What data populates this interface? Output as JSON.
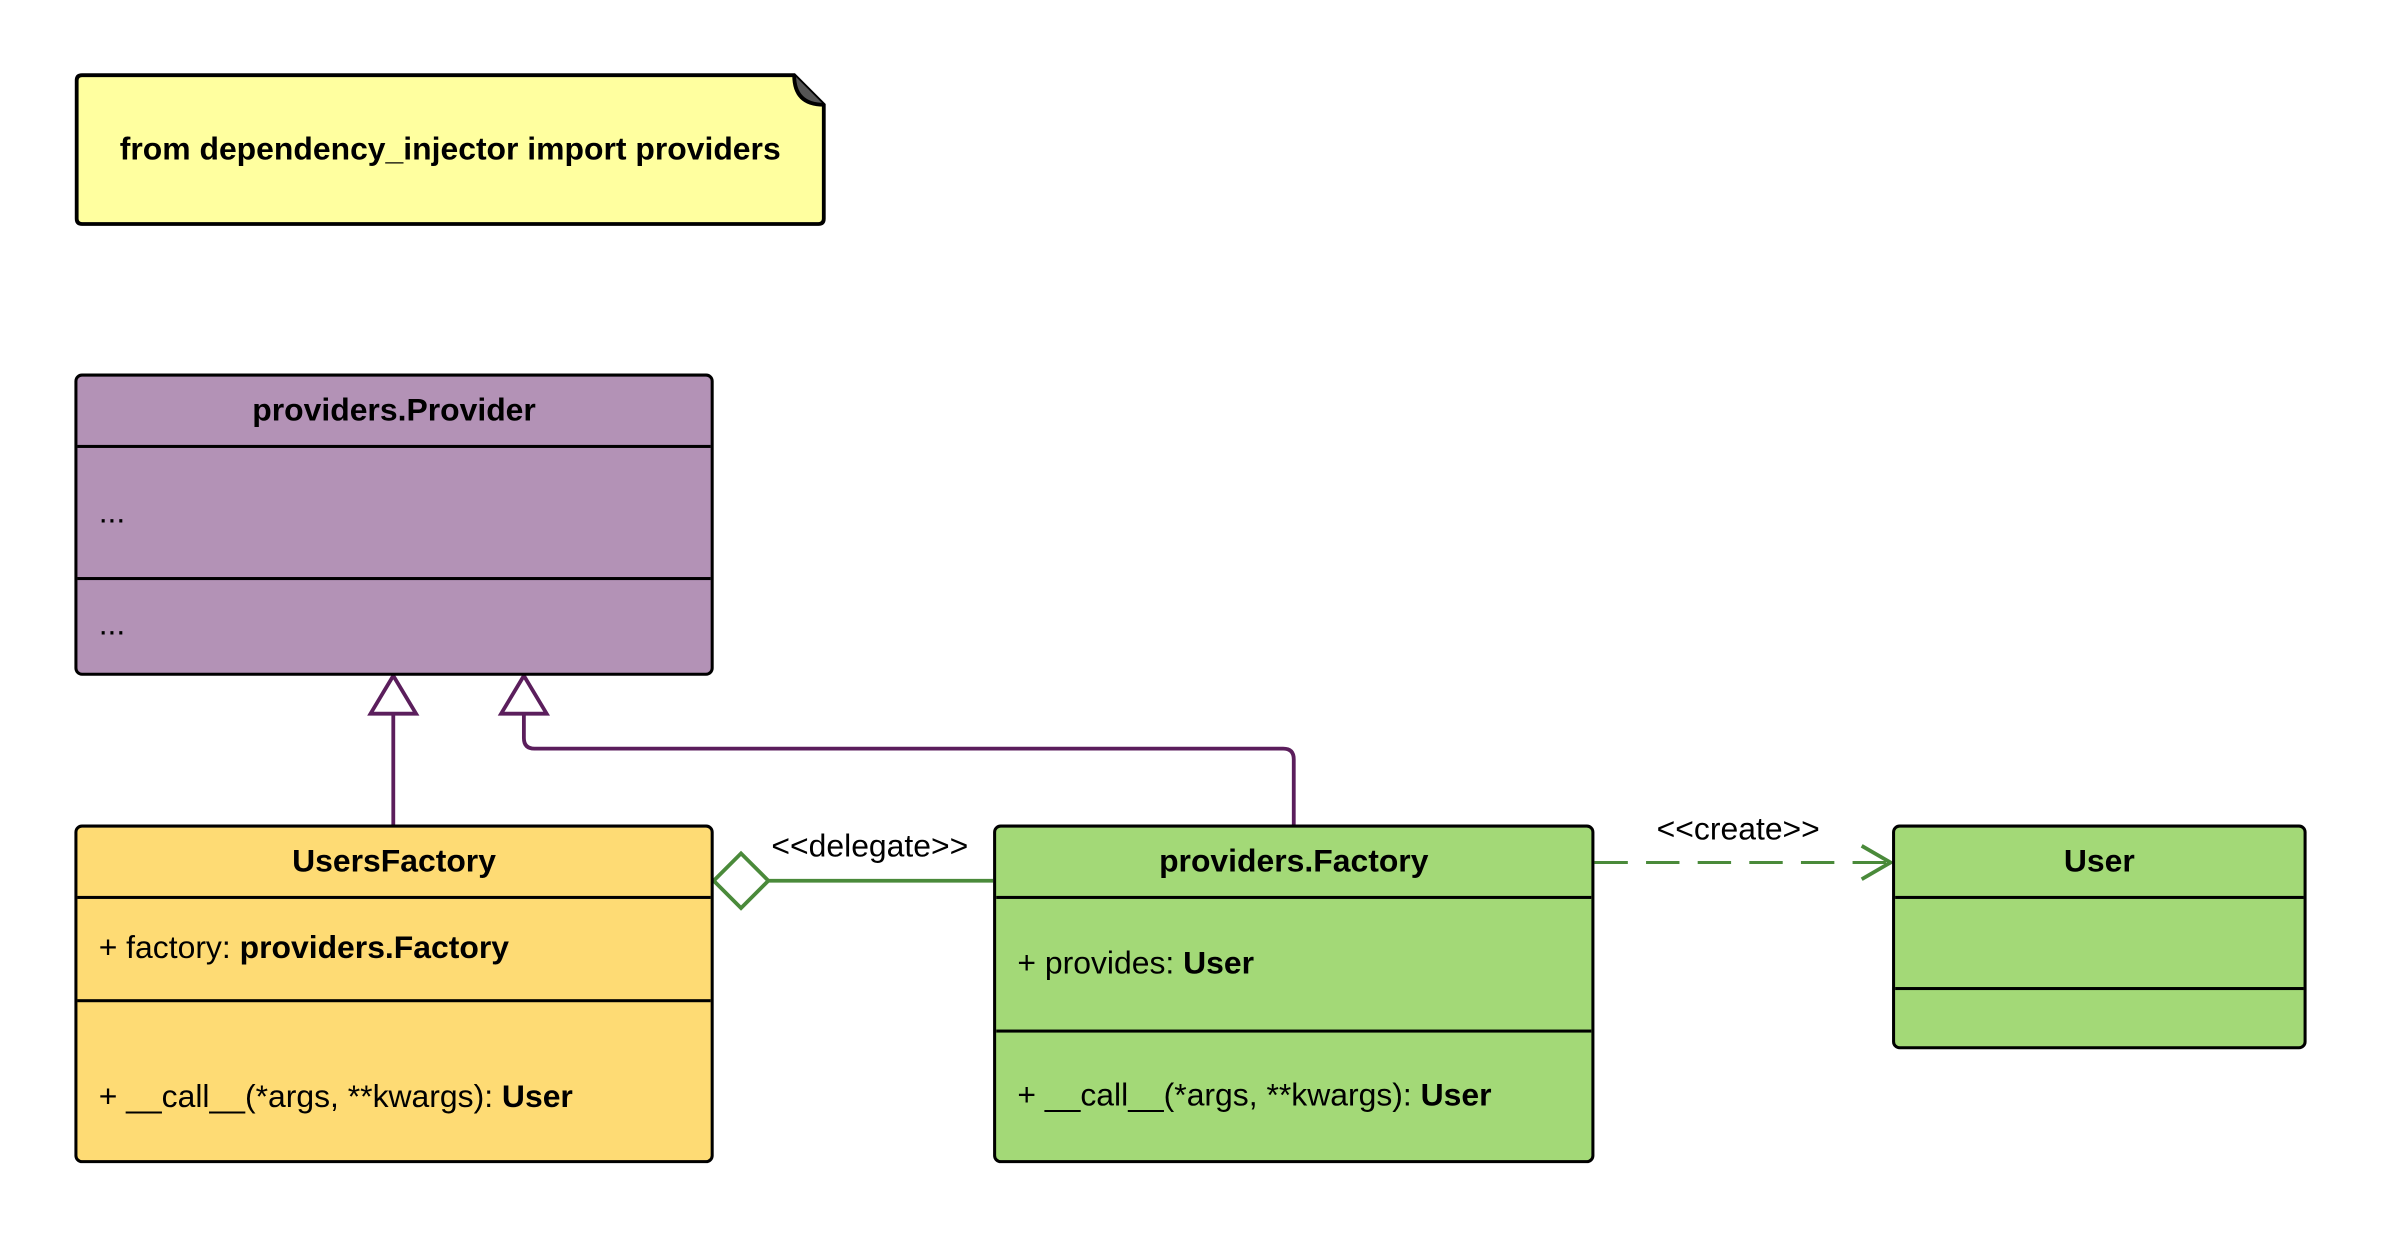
{
  "note": {
    "text": "from dependency_injector import providers"
  },
  "classes": {
    "provider": {
      "name": "providers.Provider",
      "attributes": "...",
      "methods": "..."
    },
    "users_factory": {
      "name": "UsersFactory",
      "attribute_prefix": "+ factory: ",
      "attribute_type": "providers.Factory",
      "method_prefix": "+ __call__(*args, **kwargs): ",
      "method_type": "User"
    },
    "factory": {
      "name": "providers.Factory",
      "attribute_prefix": "+ provides: ",
      "attribute_type": "User",
      "method_prefix": "+ __call__(*args, **kwargs): ",
      "method_type": "User"
    },
    "user": {
      "name": "User"
    }
  },
  "relations": {
    "delegate_label": "<<delegate>>",
    "create_label": "<<create>>"
  },
  "colors": {
    "provider_fill": "#b392b6",
    "users_factory_fill": "#fedb74",
    "factory_fill": "#a3d977",
    "user_fill": "#a3d977",
    "note_fill": "#ffff9f",
    "inheritance_line": "#5b1e5c",
    "association_line": "#4a8a3a"
  }
}
